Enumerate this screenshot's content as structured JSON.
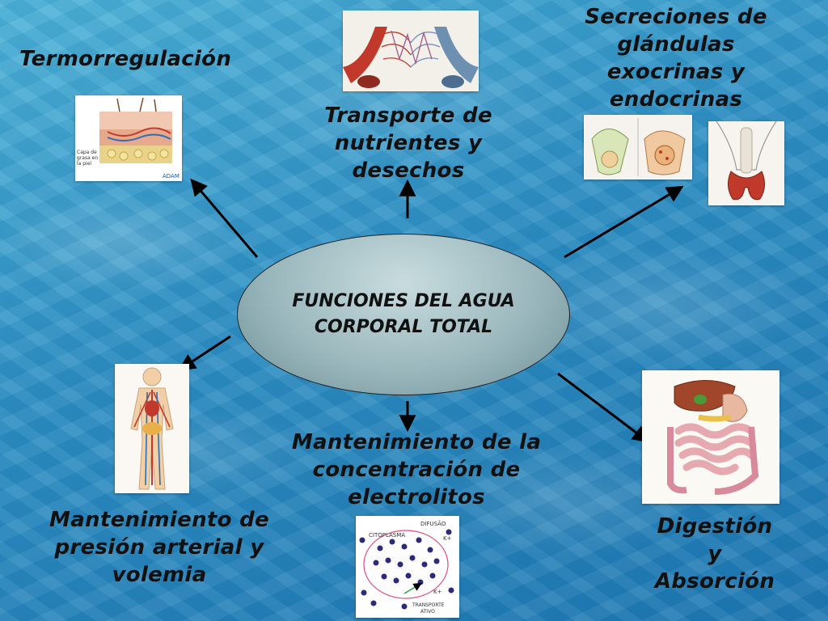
{
  "center": {
    "line1": "FUNCIONES DEL AGUA",
    "line2": "CORPORAL TOTAL"
  },
  "functions": {
    "thermo": {
      "line1": "Termorregulación"
    },
    "transport": {
      "line1": "Transporte de",
      "line2": "nutrientes y",
      "line3": "desechos"
    },
    "secretions": {
      "line1": "Secreciones de",
      "line2": "glándulas",
      "line3": "exocrinas y",
      "line4": "endocrinas"
    },
    "pressure": {
      "line1": "Mantenimiento de",
      "line2": "presión arterial y",
      "line3": "volemia"
    },
    "electrolytes": {
      "line1": "Mantenimiento de la",
      "line2": "concentración de",
      "line3": "electrolitos"
    },
    "digestion": {
      "line1": "Digestión",
      "line2": "y",
      "line3": "Absorción"
    }
  },
  "images": {
    "skin": {
      "caption_line1": "Capa de",
      "caption_line2": "grasa en",
      "caption_line3": "la piel",
      "brand": "ADAM"
    },
    "diffusion": {
      "label_diffusion": "DIFUSÃO",
      "label_cytoplasm": "CITOPLASMA",
      "label_k1": "K+",
      "label_k2": "K+",
      "label_transport1": "TRANSPORTE",
      "label_transport2": "ATIVO"
    }
  },
  "icons": [
    "skin-diagram-image",
    "capillary-bed-image",
    "gland-diagram-image",
    "thyroid-image",
    "circulatory-body-image",
    "digestive-system-image",
    "cell-diffusion-image"
  ],
  "colors": {
    "label_text": "#111111",
    "ellipse_fill": "#9bb8bd",
    "water_blue": "#2e8fc3"
  }
}
